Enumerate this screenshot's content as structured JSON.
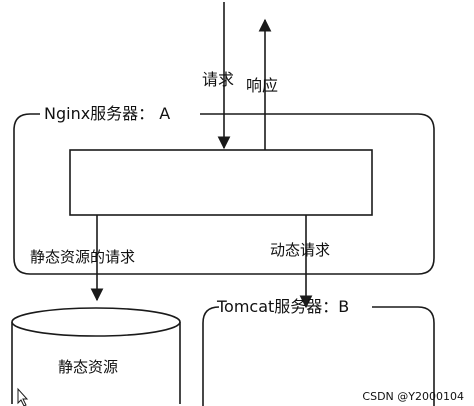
{
  "labels": {
    "request": "请求",
    "response": "响应",
    "nginx_server": "Nginx服务器： A",
    "static_request": "静态资源的请求",
    "dynamic_request": "动态请求",
    "tomcat_server": "Tomcat服务器：B",
    "static_resources": "静态资源"
  },
  "watermark": "CSDN @Y2000104",
  "colors": {
    "stroke": "#1a1a1a",
    "background": "#ffffff",
    "text": "#111111",
    "watermark": "#6a6a6a"
  }
}
